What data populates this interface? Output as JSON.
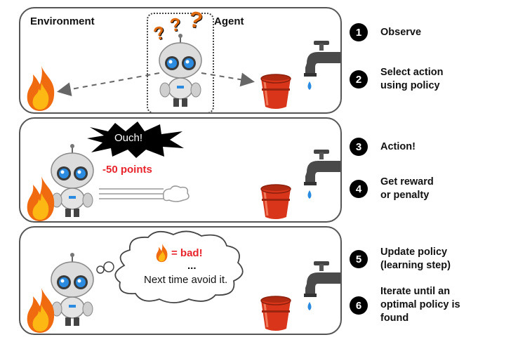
{
  "panel1": {
    "environment_label": "Environment",
    "agent_label": "Agent",
    "question_marks": [
      "?",
      "?",
      "?"
    ]
  },
  "panel2": {
    "ouch": "Ouch!",
    "points": "-50 points"
  },
  "panel3": {
    "bad": "= bad!",
    "ellipsis": "...",
    "next_time": "Next time avoid it."
  },
  "steps": [
    {
      "num": "1",
      "text": "Observe"
    },
    {
      "num": "2",
      "text": "Select action\nusing policy"
    },
    {
      "num": "3",
      "text": "Action!"
    },
    {
      "num": "4",
      "text": "Get reward\nor penalty"
    },
    {
      "num": "5",
      "text": "Update policy\n(learning step)"
    },
    {
      "num": "6",
      "text": "Iterate until an\noptimal policy is\nfound"
    }
  ],
  "colors": {
    "penalty_red": "#e8242c",
    "robot_eye": "#2a8be0",
    "bucket_red": "#d8351b",
    "fire_orange": "#f28c14"
  }
}
